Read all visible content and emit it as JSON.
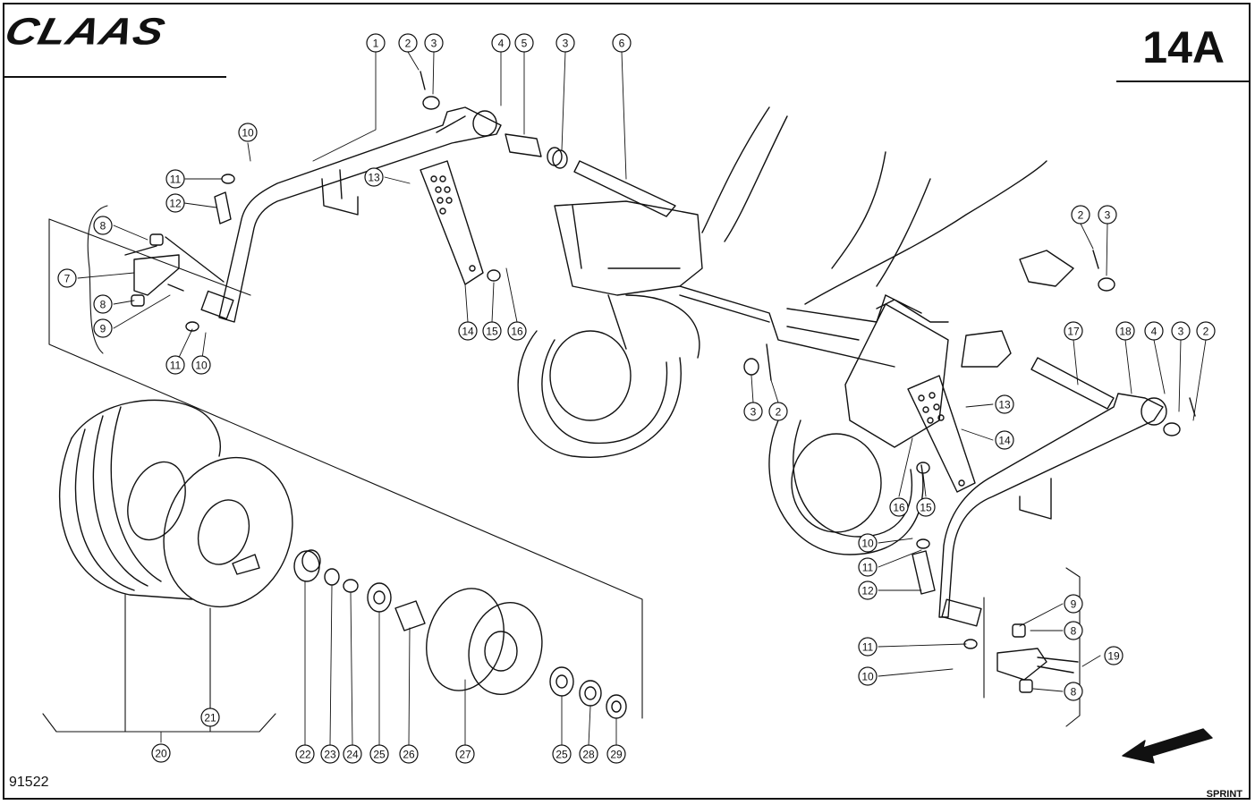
{
  "header": {
    "brand": "CLAAS",
    "page_number": "14A"
  },
  "footer": {
    "drawing_number": "91522",
    "model_name": "SPRINT"
  },
  "callouts": [
    "1",
    "2",
    "3",
    "4",
    "5",
    "3",
    "6",
    "10",
    "11",
    "12",
    "13",
    "8",
    "7",
    "8",
    "9",
    "11",
    "10",
    "14",
    "15",
    "16",
    "2",
    "3",
    "17",
    "18",
    "4",
    "3",
    "2",
    "13",
    "14",
    "3",
    "2",
    "16",
    "15",
    "10",
    "11",
    "12",
    "9",
    "8",
    "19",
    "11",
    "10",
    "8",
    "20",
    "21",
    "22",
    "23",
    "24",
    "25",
    "26",
    "27",
    "25",
    "28",
    "29"
  ]
}
